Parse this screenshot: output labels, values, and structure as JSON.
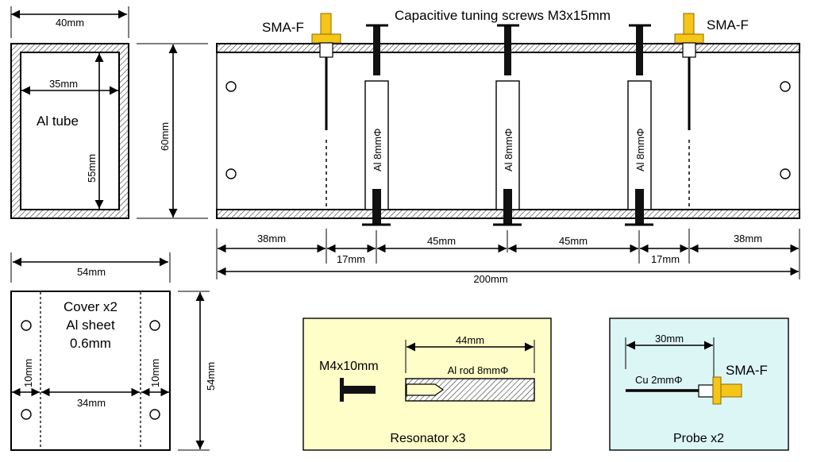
{
  "tube_section": {
    "width_label": "40mm",
    "inner_width_label": "35mm",
    "inner_height_label": "55mm",
    "outer_height_label": "60mm",
    "title": "Al tube"
  },
  "main_view": {
    "title": "Capacitive tuning screws M3x15mm",
    "connector_left": "SMA-F",
    "connector_right": "SMA-F",
    "rod_label_1": "Al 8mmΦ",
    "rod_label_2": "Al 8mmΦ",
    "rod_label_3": "Al 8mmΦ",
    "dim_38_left": "38mm",
    "dim_17_left": "17mm",
    "dim_45_left": "45mm",
    "dim_45_right": "45mm",
    "dim_17_right": "17mm",
    "dim_38_right": "38mm",
    "dim_total": "200mm"
  },
  "cover": {
    "width_label": "54mm",
    "height_label": "54mm",
    "title_line1": "Cover  x2",
    "title_line2": "Al sheet",
    "title_line3": "0.6mm",
    "margin_left_label": "10mm",
    "margin_right_label": "10mm",
    "inner_width_label": "34mm"
  },
  "resonator": {
    "screw_label": "M4x10mm",
    "length_label": "44mm",
    "rod_label": "Al rod 8mmΦ",
    "caption": "Resonator  x3",
    "bg_color": "#fffdc8"
  },
  "probe": {
    "length_label": "30mm",
    "wire_label": "Cu 2mmΦ",
    "connector_label": "SMA-F",
    "caption": "Probe  x2",
    "bg_color": "#dcf6f6"
  },
  "colors": {
    "connector": "#f5c518",
    "connector_stroke": "#8a6a00"
  }
}
